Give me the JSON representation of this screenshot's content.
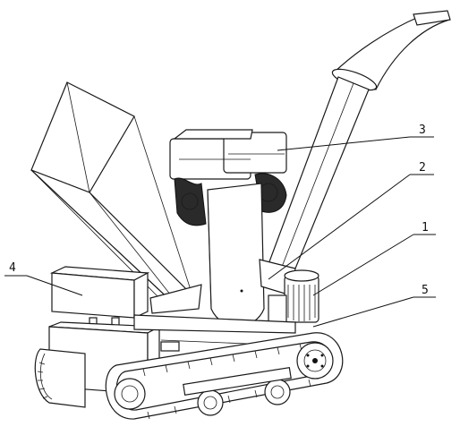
{
  "callouts": [
    {
      "number": "1",
      "ref": "motor"
    },
    {
      "number": "2",
      "ref": "discharge-chute"
    },
    {
      "number": "3",
      "ref": "engine"
    },
    {
      "number": "4",
      "ref": "control-box"
    },
    {
      "number": "5",
      "ref": "crawler-track"
    }
  ],
  "colors": {
    "line": "#1a1a1a",
    "background": "#ffffff"
  }
}
